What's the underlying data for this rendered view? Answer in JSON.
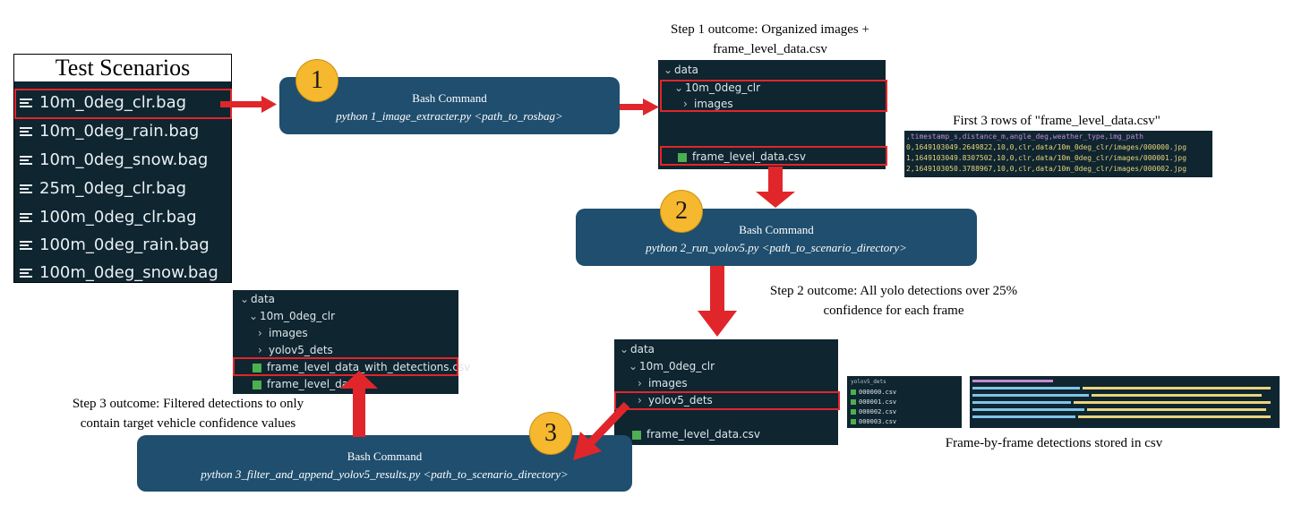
{
  "scenarios": {
    "title": "Test Scenarios",
    "items": [
      "10m_0deg_clr.bag",
      "10m_0deg_rain.bag",
      "10m_0deg_snow.bag",
      "25m_0deg_clr.bag",
      "100m_0deg_clr.bag",
      "100m_0deg_rain.bag",
      "100m_0deg_snow.bag"
    ]
  },
  "step1": {
    "badge": "1",
    "cmd_title": "Bash Command",
    "cmd_text": "python 1_image_extracter.py <path_to_rosbag>",
    "outcome_line1": "Step 1 outcome: Organized images +",
    "outcome_line2": "frame_level_data.csv",
    "tree": {
      "data": "data",
      "scenario": "10m_0deg_clr",
      "images": "images",
      "csv": "frame_level_data.csv"
    }
  },
  "csv_preview": {
    "title": "First 3 rows of \"frame_level_data.csv\"",
    "rows": [
      ",timestamp_s,distance_m,angle_deg,weather_type,img_path",
      "0,1649103049.2649822,10,0,clr,data/10m_0deg_clr/images/000000.jpg",
      "1,1649103049.8307502,10,0,clr,data/10m_0deg_clr/images/000001.jpg",
      "2,1649103050.3788967,10,0,clr,data/10m_0deg_clr/images/000002.jpg"
    ]
  },
  "step2": {
    "badge": "2",
    "cmd_title": "Bash Command",
    "cmd_text": "python 2_run_yolov5.py <path_to_scenario_directory>",
    "outcome_line1": "Step 2 outcome: All yolo detections over 25%",
    "outcome_line2": "confidence for each frame",
    "tree": {
      "data": "data",
      "scenario": "10m_0deg_clr",
      "images": "images",
      "dets": "yolov5_dets",
      "csv": "frame_level_data.csv"
    }
  },
  "dets_panel": {
    "header": "yolov5_dets",
    "files": [
      "000000.csv",
      "000001.csv",
      "000002.csv",
      "000003.csv"
    ],
    "caption": "Frame-by-frame detections stored in csv"
  },
  "step3": {
    "badge": "3",
    "cmd_title": "Bash Command",
    "cmd_text": "python 3_filter_and_append_yolov5_results.py <path_to_scenario_directory>",
    "outcome_line1": "Step 3 outcome: Filtered detections to only",
    "outcome_line2": "contain target vehicle confidence values",
    "tree": {
      "data": "data",
      "scenario": "10m_0deg_clr",
      "images": "images",
      "dets": "yolov5_dets",
      "csv_det": "frame_level_data_with_detections.csv",
      "csv": "frame_level_data"
    }
  },
  "colors": {
    "arrow": "#e0262a",
    "command_box": "#1f4e6e",
    "badge": "#f5b82e",
    "panel": "#0f2530"
  }
}
